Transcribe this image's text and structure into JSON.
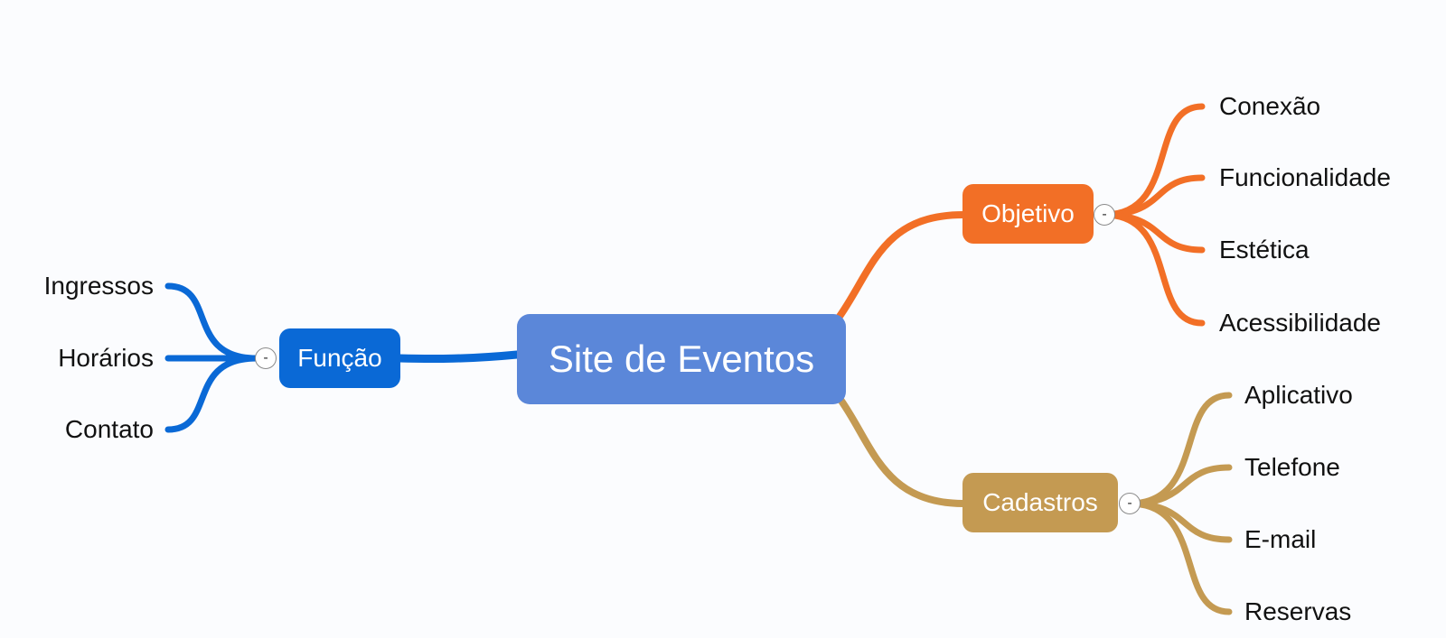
{
  "root": {
    "label": "Site de Eventos",
    "color": "#5b87d9"
  },
  "branches": {
    "objetivo": {
      "label": "Objetivo",
      "color": "#f26f26",
      "collapse_label": "-",
      "children": [
        "Conexão",
        "Funcionalidade",
        "Estética",
        "Acessibilidade"
      ]
    },
    "cadastros": {
      "label": "Cadastros",
      "color": "#c49a52",
      "collapse_label": "-",
      "children": [
        "Aplicativo",
        "Telefone",
        "E-mail",
        "Reservas"
      ]
    },
    "funcao": {
      "label": "Função",
      "color": "#0a69d6",
      "collapse_label": "-",
      "children": [
        "Ingressos",
        "Horários",
        "Contato"
      ]
    }
  }
}
